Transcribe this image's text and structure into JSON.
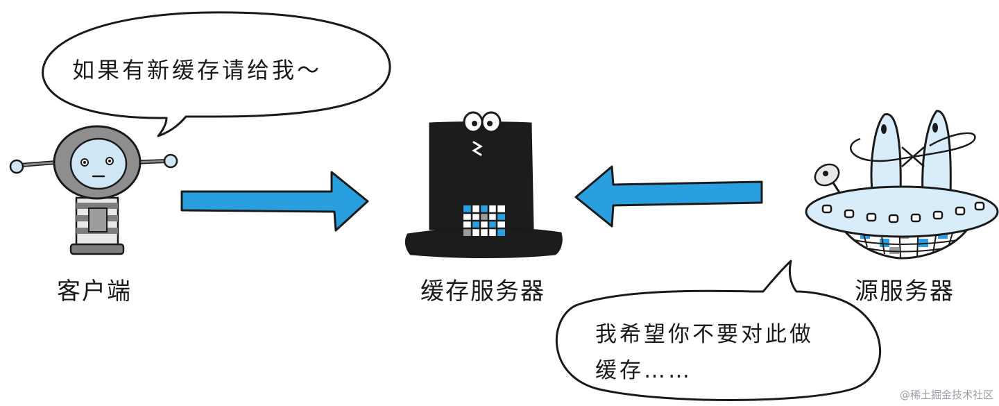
{
  "bubbles": {
    "client_request": "如果有新缓存请给我～",
    "origin_line1": "我希望你不要对此做",
    "origin_line2": "缓存……"
  },
  "labels": {
    "client": "客户端",
    "cache_server": "缓存服务器",
    "origin_server": "源服务器"
  },
  "watermark": "@稀土掘金技术社区",
  "colors": {
    "arrow": "#2a9fdf",
    "ink": "#1a1a1a",
    "robot_face": "#cfe6f5",
    "cache_body": "#1c1c1c",
    "origin_body": "#d8ecf9"
  },
  "icons": {
    "client": "robot-icon",
    "cache_server": "top-hat-server-icon",
    "origin_server": "ufo-server-icon"
  }
}
